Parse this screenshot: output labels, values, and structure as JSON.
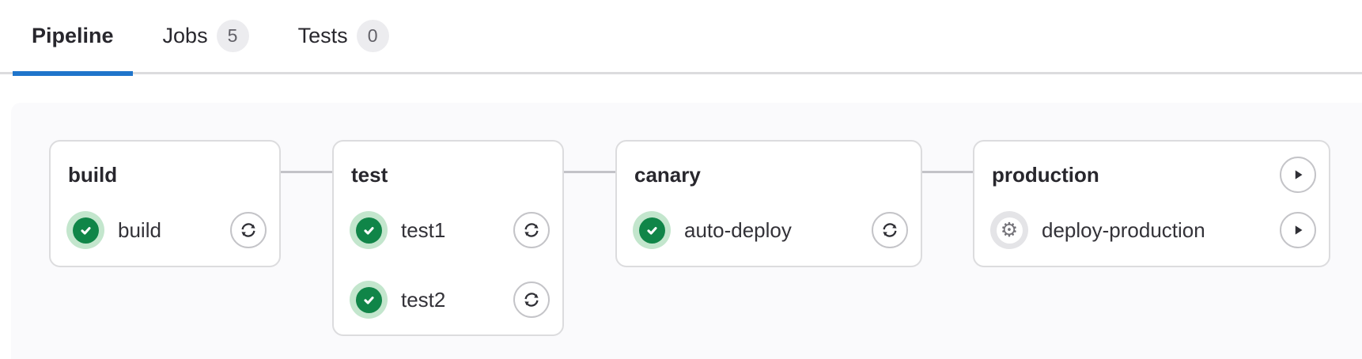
{
  "tabs": {
    "items": [
      {
        "label": "Pipeline",
        "active": true
      },
      {
        "label": "Jobs",
        "badge": "5",
        "active": false
      },
      {
        "label": "Tests",
        "badge": "0",
        "active": false
      }
    ]
  },
  "pipeline": {
    "stages": [
      {
        "name": "build",
        "jobs": [
          {
            "name": "build",
            "status": "success",
            "action": "retry"
          }
        ]
      },
      {
        "name": "test",
        "jobs": [
          {
            "name": "test1",
            "status": "success",
            "action": "retry"
          },
          {
            "name": "test2",
            "status": "success",
            "action": "retry"
          }
        ]
      },
      {
        "name": "canary",
        "jobs": [
          {
            "name": "auto-deploy",
            "status": "success",
            "action": "retry"
          }
        ]
      },
      {
        "name": "production",
        "header_action": "play",
        "jobs": [
          {
            "name": "deploy-production",
            "status": "manual",
            "action": "play"
          }
        ]
      }
    ]
  },
  "icons": {
    "gear_glyph": "⚙",
    "status_success": "check-circle",
    "status_manual": "gear-circle",
    "retry": "retry-arrows",
    "play": "play-triangle"
  },
  "colors": {
    "accent_blue": "#1f75cb",
    "success_green": "#108548",
    "success_halo": "#c3e6cd",
    "manual_halo": "#e4e4e7",
    "badge_bg": "#ececef",
    "card_border": "#dcdcde",
    "panel_bg": "#fafafc",
    "connector": "#c3c3c8"
  }
}
